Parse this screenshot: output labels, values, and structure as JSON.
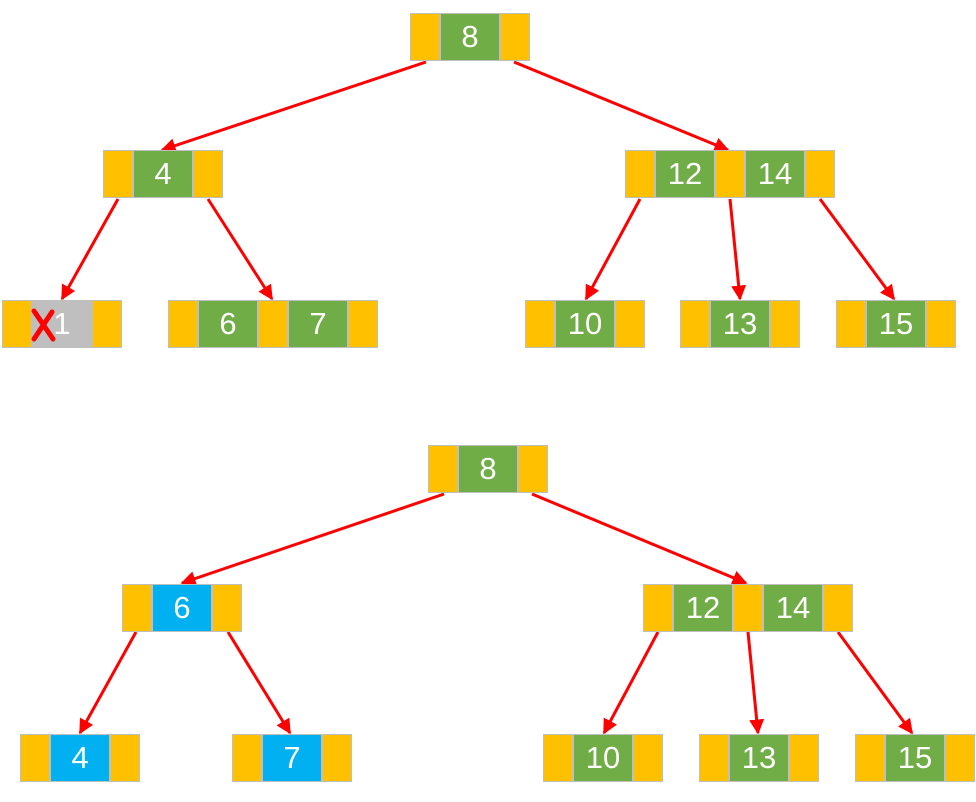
{
  "colors": {
    "pointer": "#ffc000",
    "key_default": "#70ad47",
    "key_highlight": "#00b0f0",
    "key_deleted": "#bfbfbf",
    "edge": "#ff0000",
    "text": "#ffffff"
  },
  "top_tree": {
    "root": {
      "keys": [
        "8"
      ]
    },
    "left_child": {
      "keys": [
        "4"
      ]
    },
    "right_child": {
      "keys": [
        "12",
        "14"
      ]
    },
    "leaves": [
      {
        "keys": [
          "1"
        ],
        "deleted": true
      },
      {
        "keys": [
          "6",
          "7"
        ]
      },
      {
        "keys": [
          "10"
        ]
      },
      {
        "keys": [
          "13"
        ]
      },
      {
        "keys": [
          "15"
        ]
      }
    ]
  },
  "bottom_tree": {
    "root": {
      "keys": [
        "8"
      ]
    },
    "left_child": {
      "keys": [
        "6"
      ],
      "highlight": true
    },
    "right_child": {
      "keys": [
        "12",
        "14"
      ]
    },
    "leaves": [
      {
        "keys": [
          "4"
        ],
        "highlight": true
      },
      {
        "keys": [
          "7"
        ],
        "highlight": true
      },
      {
        "keys": [
          "10"
        ]
      },
      {
        "keys": [
          "13"
        ]
      },
      {
        "keys": [
          "15"
        ]
      }
    ]
  },
  "icons": {
    "deleted_marker": "x-mark-icon"
  }
}
